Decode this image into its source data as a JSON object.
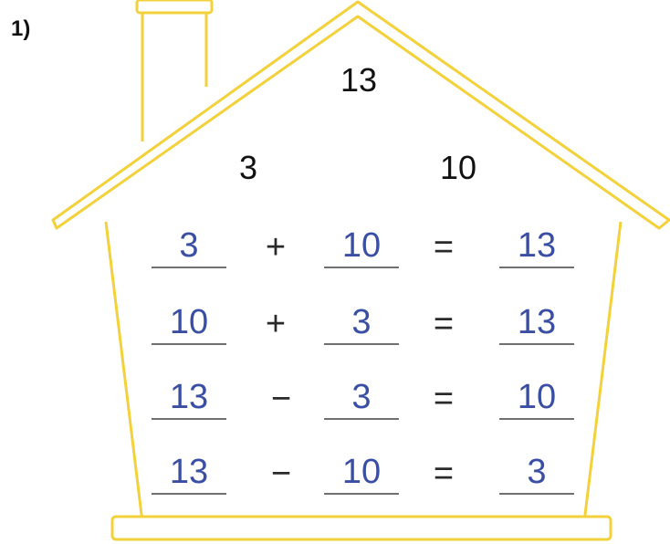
{
  "problem_number": "1)",
  "house_color": "#f2d13a",
  "answer_color": "#3a4fa3",
  "whole": "13",
  "parts": [
    "3",
    "10"
  ],
  "equations": [
    {
      "a": "3",
      "op": "+",
      "b": "10",
      "eq": "=",
      "c": "13"
    },
    {
      "a": "10",
      "op": "+",
      "b": "3",
      "eq": "=",
      "c": "13"
    },
    {
      "a": "13",
      "op": "−",
      "b": "3",
      "eq": "=",
      "c": "10"
    },
    {
      "a": "13",
      "op": "−",
      "b": "10",
      "eq": "=",
      "c": "3"
    }
  ]
}
